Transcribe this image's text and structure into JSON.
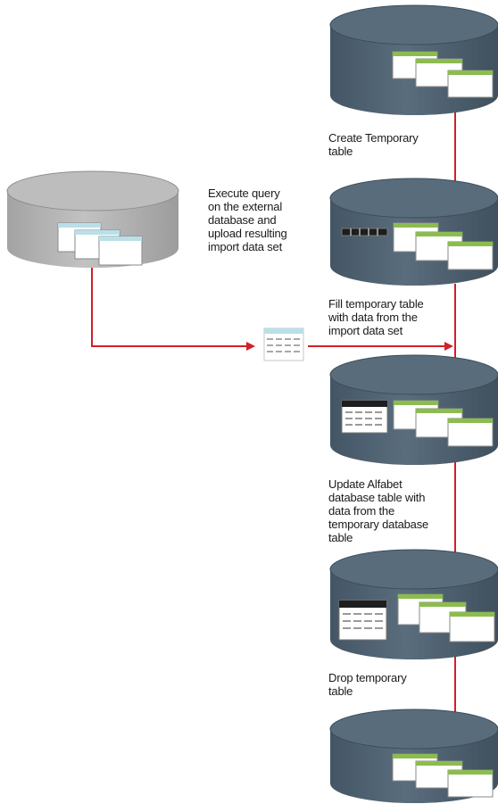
{
  "steps": {
    "create_temp": "Create Temporary\ntable",
    "execute_query": "Execute query\non the external\ndatabase and\nupload resulting\nimport data set",
    "fill_temp": "Fill temporary table\nwith data from the\nimport  data set",
    "update_alfabet": "Update Alfabet\ndatabase table with\ndata from the\ntemporary database\ntable",
    "drop_temp": "Drop temporary\ntable"
  },
  "colors": {
    "alfabet_db": "#4f6272",
    "external_db": "#b2b2b2",
    "arrow": "#d0202a",
    "table_header_green": "#8cbc4f",
    "table_header_blue": "#b9dfe8",
    "table_header_black": "#1e1e1e"
  },
  "icons": [
    "database-icon",
    "table-stack-icon",
    "import-table-icon",
    "temporary-table-icon"
  ]
}
